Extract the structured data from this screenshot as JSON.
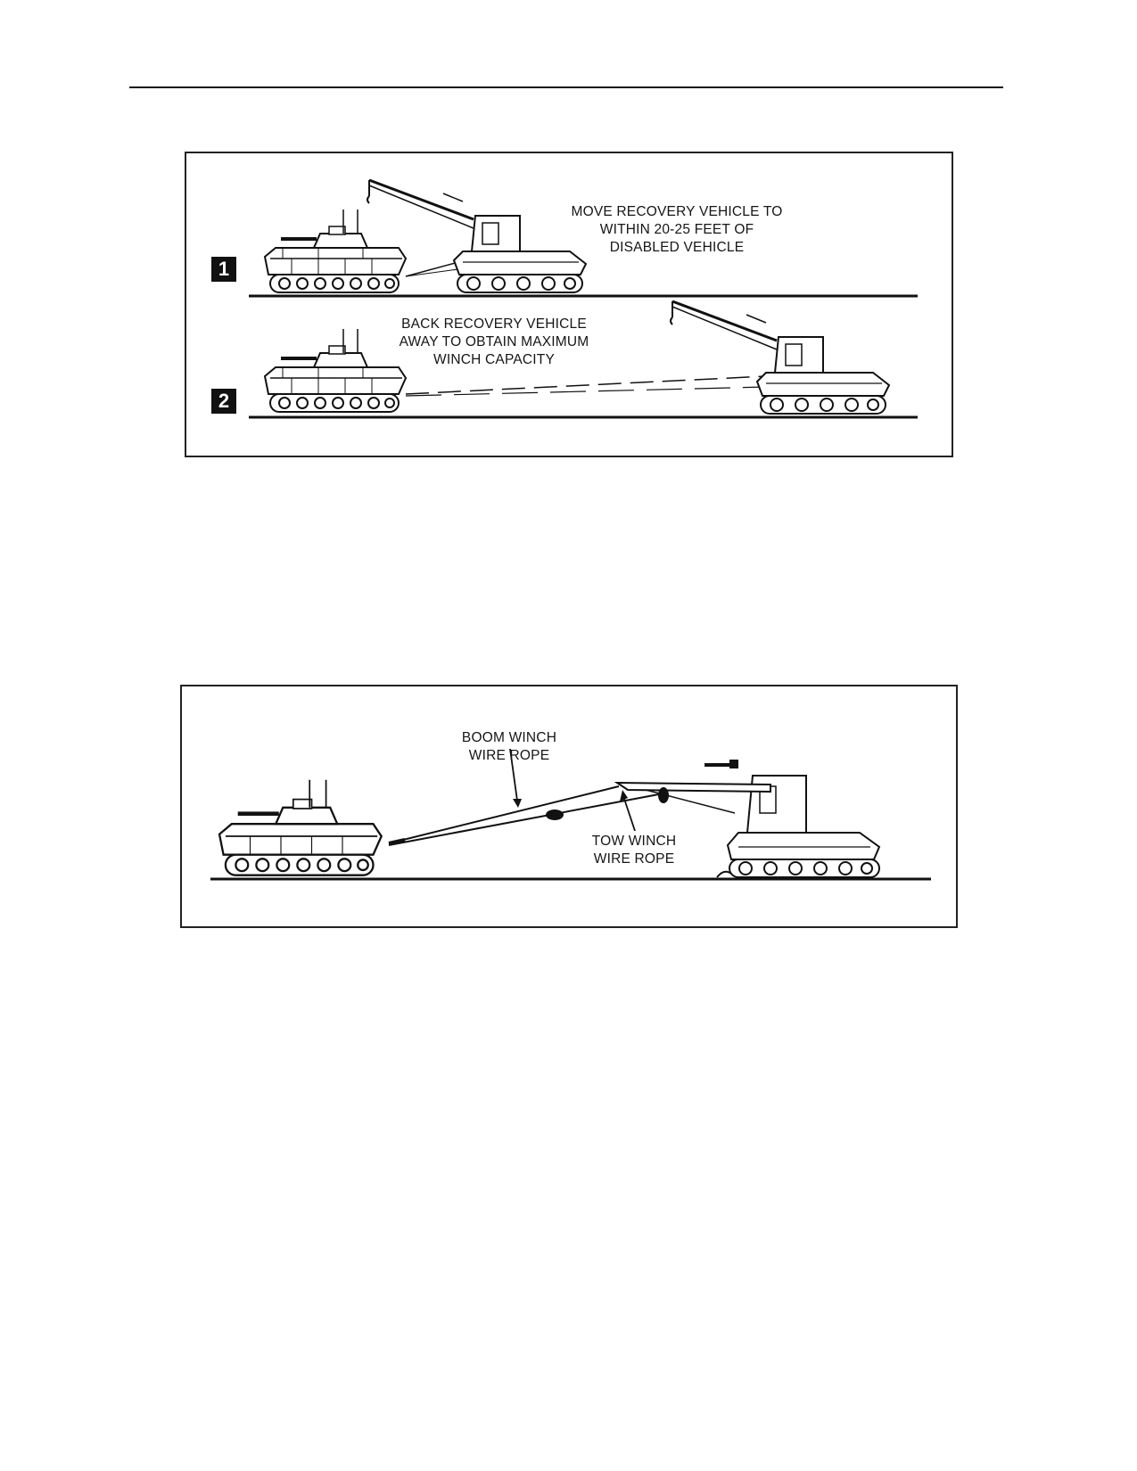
{
  "figure_1": {
    "step_1": {
      "number": "1",
      "caption_lines": [
        "MOVE RECOVERY VEHICLE TO",
        "WITHIN 20-25 FEET OF",
        "DISABLED VEHICLE"
      ]
    },
    "step_2": {
      "number": "2",
      "caption_lines": [
        "BACK RECOVERY VEHICLE",
        "AWAY TO OBTAIN MAXIMUM",
        "WINCH CAPACITY"
      ]
    }
  },
  "figure_2": {
    "boom_winch_label": [
      "BOOM WINCH",
      "WIRE ROPE"
    ],
    "tow_winch_label": [
      "TOW WINCH",
      "WIRE ROPE"
    ]
  }
}
